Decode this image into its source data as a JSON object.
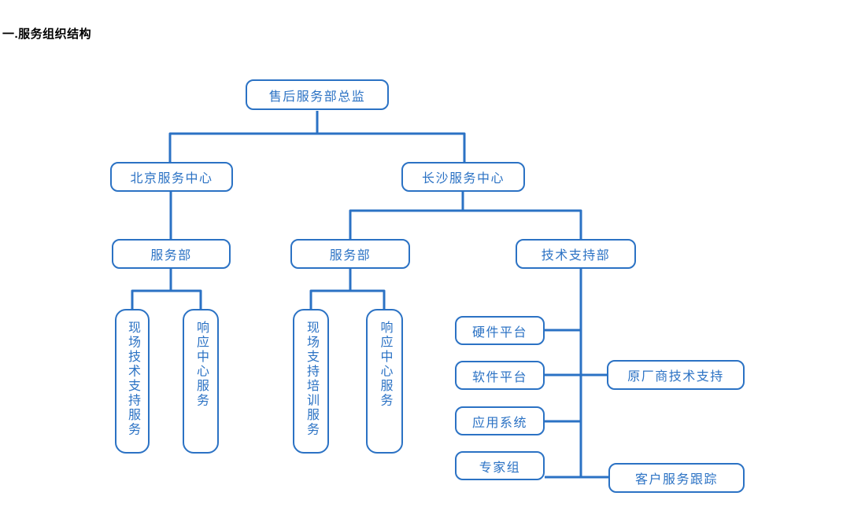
{
  "page": {
    "heading": "一.服务组织结构"
  },
  "diagram": {
    "accent_color": "#2B72C4",
    "nodes": [
      {
        "id": "director",
        "label": "售后服务部总监",
        "orientation": "horizontal"
      },
      {
        "id": "beijing-center",
        "label": "北京服务中心",
        "orientation": "horizontal"
      },
      {
        "id": "changsha-center",
        "label": "长沙服务中心",
        "orientation": "horizontal"
      },
      {
        "id": "beijing-service-dept",
        "label": "服务部",
        "orientation": "horizontal"
      },
      {
        "id": "changsha-service-dept",
        "label": "服务部",
        "orientation": "horizontal"
      },
      {
        "id": "tech-support-dept",
        "label": "技术支持部",
        "orientation": "horizontal"
      },
      {
        "id": "onsite-tech-support-service",
        "label": "现场技术支持服务",
        "orientation": "vertical"
      },
      {
        "id": "response-center-service-bj",
        "label": "响应中心服务",
        "orientation": "vertical"
      },
      {
        "id": "onsite-support-training-service",
        "label": "现场支持培训服务",
        "orientation": "vertical"
      },
      {
        "id": "response-center-service-cs",
        "label": "响应中心服务",
        "orientation": "vertical"
      },
      {
        "id": "hardware-platform",
        "label": "硬件平台",
        "orientation": "horizontal"
      },
      {
        "id": "software-platform",
        "label": "软件平台",
        "orientation": "horizontal"
      },
      {
        "id": "application-system",
        "label": "应用系统",
        "orientation": "horizontal"
      },
      {
        "id": "expert-group",
        "label": "专家组",
        "orientation": "horizontal"
      },
      {
        "id": "oem-tech-support",
        "label": "原厂商技术支持",
        "orientation": "horizontal"
      },
      {
        "id": "customer-service-tracking",
        "label": "客户服务跟踪",
        "orientation": "horizontal"
      }
    ],
    "edges": [
      {
        "from": "director",
        "to": "beijing-center"
      },
      {
        "from": "director",
        "to": "changsha-center"
      },
      {
        "from": "beijing-center",
        "to": "beijing-service-dept"
      },
      {
        "from": "changsha-center",
        "to": "changsha-service-dept"
      },
      {
        "from": "changsha-center",
        "to": "tech-support-dept"
      },
      {
        "from": "beijing-service-dept",
        "to": "onsite-tech-support-service"
      },
      {
        "from": "beijing-service-dept",
        "to": "response-center-service-bj"
      },
      {
        "from": "changsha-service-dept",
        "to": "onsite-support-training-service"
      },
      {
        "from": "changsha-service-dept",
        "to": "response-center-service-cs"
      },
      {
        "from": "tech-support-dept",
        "to": "hardware-platform"
      },
      {
        "from": "tech-support-dept",
        "to": "software-platform"
      },
      {
        "from": "tech-support-dept",
        "to": "application-system"
      },
      {
        "from": "tech-support-dept",
        "to": "expert-group"
      },
      {
        "from": "software-platform",
        "to": "oem-tech-support"
      },
      {
        "from": "expert-group",
        "to": "customer-service-tracking"
      }
    ]
  }
}
